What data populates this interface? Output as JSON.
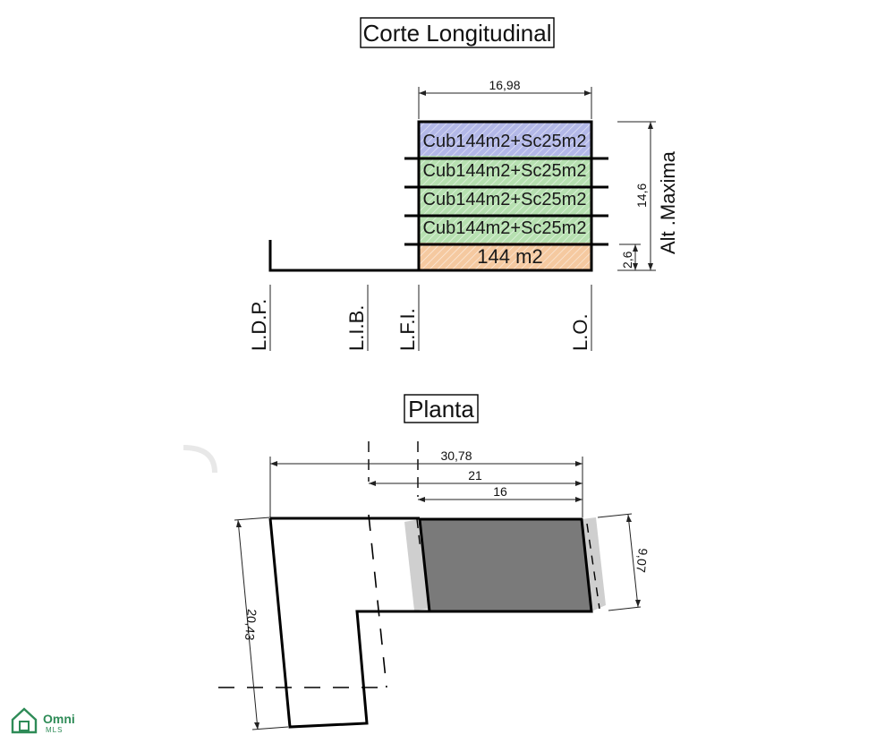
{
  "section": {
    "title": "Corte Longitudinal",
    "width_label": "16,98",
    "height_label": "14,6",
    "ground_height_label": "2,6",
    "alt_label": "Alt .Maxima",
    "floors": [
      {
        "label": "Cub144m2+Sc25m2",
        "color": "#b3b8e8"
      },
      {
        "label": "Cub144m2+Sc25m2",
        "color": "#b6e0b0"
      },
      {
        "label": "Cub144m2+Sc25m2",
        "color": "#b6e0b0"
      },
      {
        "label": "Cub144m2+Sc25m2",
        "color": "#b6e0b0"
      }
    ],
    "ground": {
      "label": "144 m2",
      "color": "#f5c9a0"
    },
    "lines": [
      "L.D.P.",
      "L.I.B.",
      "L.F.I.",
      "L.O."
    ]
  },
  "plan": {
    "title": "Planta",
    "dim_total": "30,78",
    "dim_mid": "21",
    "dim_building": "16",
    "dim_depth": "9,07",
    "dim_lot": "20,43",
    "building_color": "#7a7a7a",
    "balcony_color": "#cfcfcf"
  },
  "logo": {
    "name": "Omni",
    "sub": "MLS",
    "color": "#2e8b57"
  }
}
